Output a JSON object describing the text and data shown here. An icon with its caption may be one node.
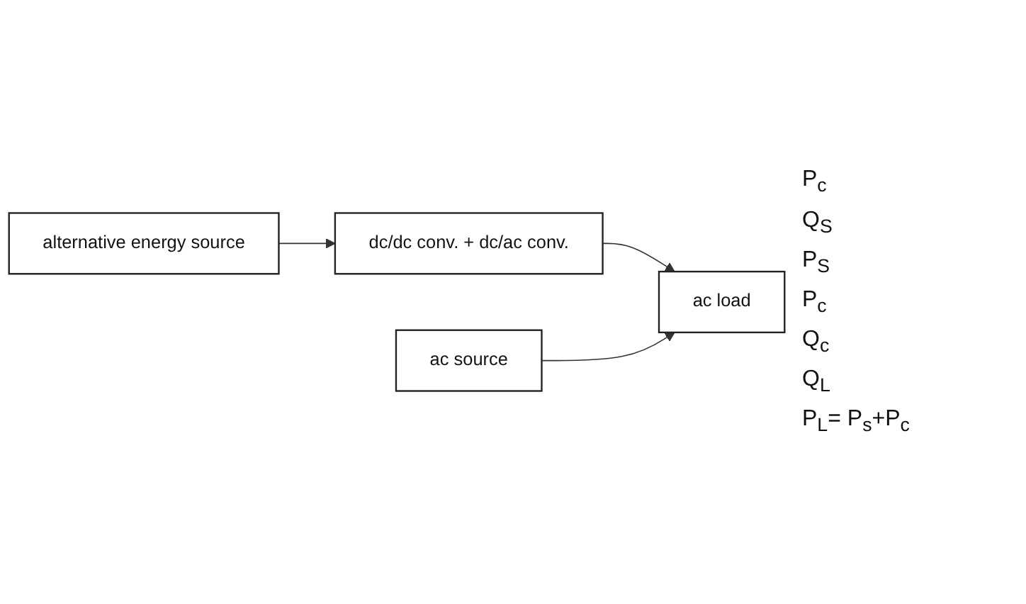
{
  "diagram": {
    "nodes": [
      {
        "text": [
          "alternative energy source"
        ]
      },
      {
        "text": [
          "dc/dc conv. + dc/ac conv."
        ]
      },
      {
        "text": [
          "ac source"
        ]
      },
      {
        "text": [
          "ac load"
        ]
      }
    ],
    "edges": [
      {
        "from": 0,
        "to": 1,
        "arrow": "to"
      },
      {
        "from": 1,
        "to": 3,
        "arrow": "to"
      },
      {
        "from": 2,
        "to": 3,
        "arrow": "to"
      }
    ],
    "labels": [
      "P$_{c}$",
      "Q$_{S}$",
      "P$_{S}$",
      "P$_{c}$",
      "Q$_{c}$",
      "Q$_{L}$",
      "P$_{L}$= P$_{s}$+P$_{c}$"
    ]
  }
}
